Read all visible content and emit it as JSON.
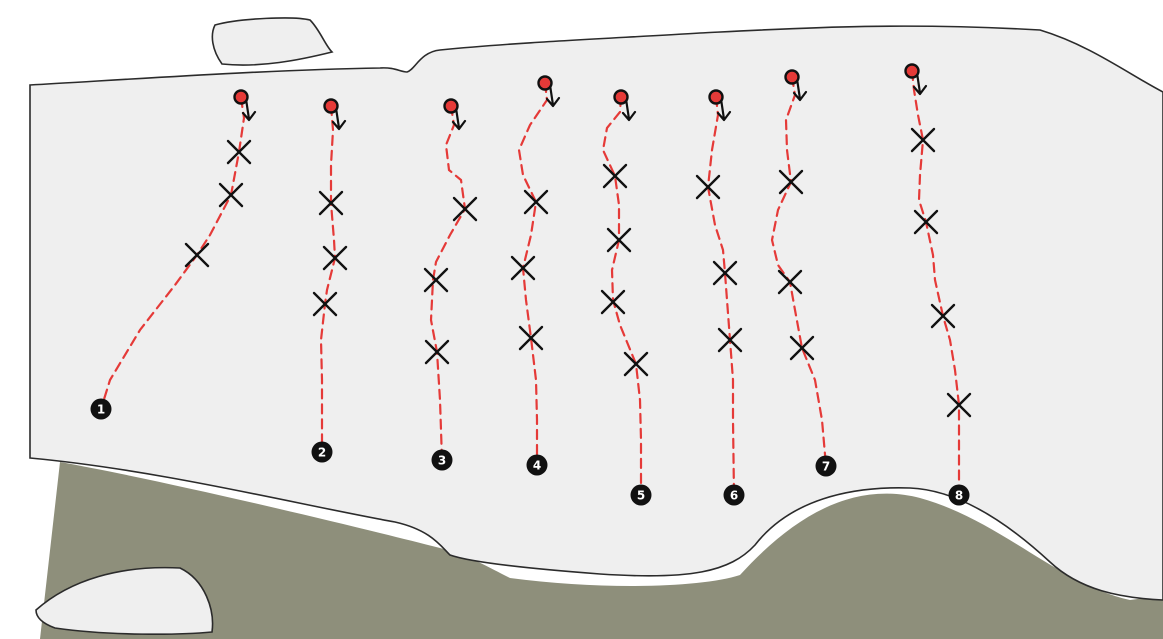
{
  "colors": {
    "background": "#ffffff",
    "wall_fill": "#efefef",
    "wall_stroke": "#2b2b2b",
    "ground": "#8e8f7b",
    "route_line": "#e53a38",
    "start_dot": "#e53a38",
    "marker": "#111111",
    "badge": "#111111",
    "badge_text": "#ffffff"
  },
  "icons": {
    "start": "red-circle-with-down-arrow-icon",
    "waypoint": "x-cross-icon",
    "end": "numbered-black-circle-badge"
  },
  "routes": [
    {
      "label": "1"
    },
    {
      "label": "2"
    },
    {
      "label": "3"
    },
    {
      "label": "4"
    },
    {
      "label": "5"
    },
    {
      "label": "6"
    },
    {
      "label": "7"
    },
    {
      "label": "8"
    }
  ]
}
